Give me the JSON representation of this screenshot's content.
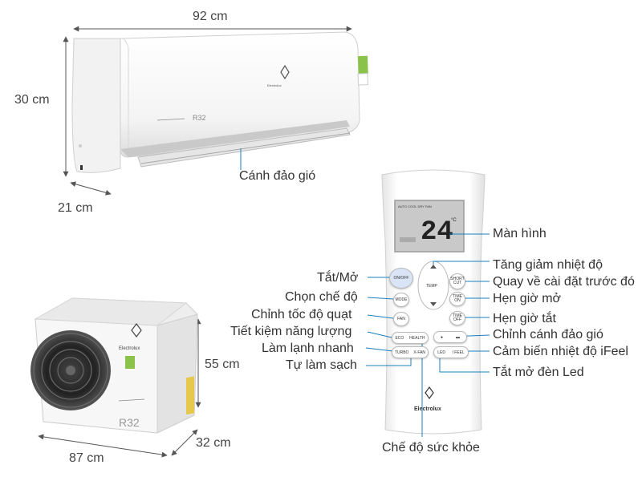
{
  "dimensions": {
    "indoor_width": "92 cm",
    "indoor_height": "30 cm",
    "indoor_depth": "21 cm",
    "outdoor_height": "55 cm",
    "outdoor_width": "87 cm",
    "outdoor_depth": "32 cm"
  },
  "indoor_unit": {
    "label": "Cánh đảo gió",
    "brand_text": "Electrolux",
    "model_text": "R32"
  },
  "outdoor_unit": {
    "brand_text": "Electrolux",
    "model_text": "R32"
  },
  "remote": {
    "display": {
      "top_text": "AUTO COOL DRY FAN",
      "temperature": "24",
      "unit": "°C"
    },
    "buttons": {
      "on_off": "ON/OFF",
      "mode": "MODE",
      "fan": "FAN",
      "temp": "TEMP",
      "short_cut": "SHORT CUT",
      "time_on": "TIME ON",
      "time_off": "TIME OFF",
      "eco": "ECO",
      "health": "HEALTH",
      "turbo": "TURBO",
      "x_fan": "X-FAN",
      "led": "LED",
      "i_feel": "I FEEL"
    },
    "brand_text": "Electrolux"
  },
  "callouts": {
    "man_hinh": "Màn hình",
    "tat_mo": "Tắt/Mở",
    "chon_che_do": "Chọn chế độ",
    "chinh_toc_do_quat": "Chỉnh tốc độ quạt",
    "tiet_kiem": "Tiết kiệm năng lượng",
    "lam_lanh_nhanh": "Làm lạnh nhanh",
    "tu_lam_sach": "Tự làm sạch",
    "tang_giam": "Tăng giảm nhiệt độ",
    "quay_ve": "Quay về cài đặt trước đó",
    "hen_gio_mo": "Hẹn giờ mở",
    "hen_gio_tat": "Hẹn giờ tắt",
    "chinh_canh": "Chỉnh cánh đảo gió",
    "cam_bien": "Cảm biến nhiệt độ iFeel",
    "tat_mo_led": "Tắt mở đèn Led",
    "che_do_suc_khoe": "Chế độ sức khỏe"
  },
  "colors": {
    "callout_line": "#1a7fc1",
    "label_text": "#333333",
    "dimension_line": "#555555"
  }
}
